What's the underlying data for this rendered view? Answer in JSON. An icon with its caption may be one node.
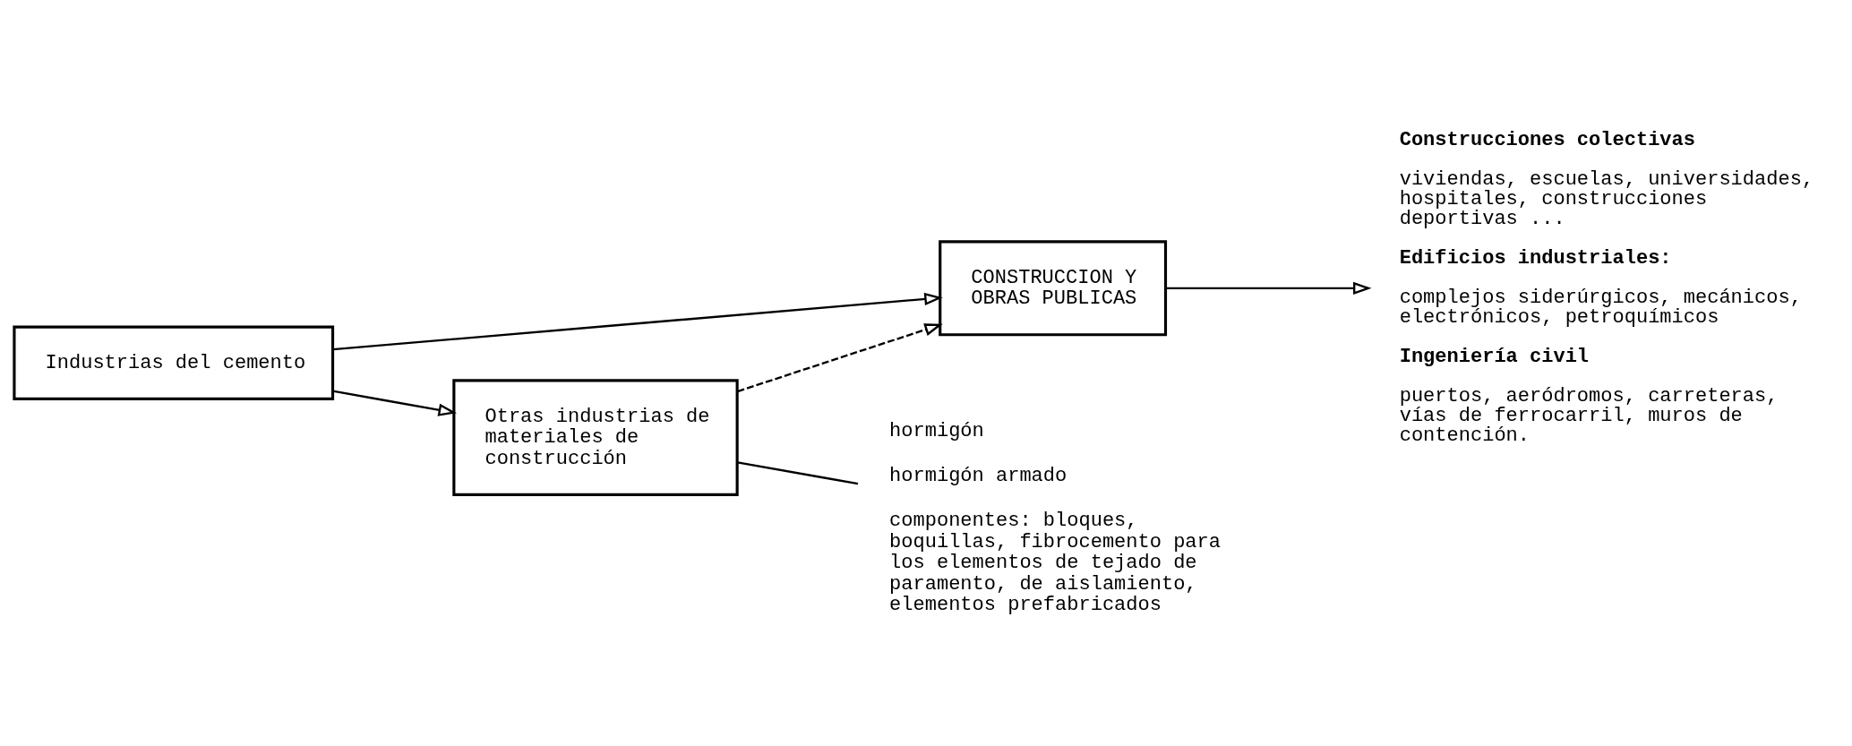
{
  "diagram": {
    "nodes": [
      {
        "text": [
          "Industrias del cemento"
        ]
      },
      {
        "text": [
          "CONSTRUCCION Y OBRAS PUBLICAS"
        ]
      },
      {
        "text": [
          "Otras industrias de materiales de construcción"
        ]
      },
      {
        "text": [
          "Construcciones colectivas",
          "viviendas, escuelas, universidades, hospitales, construcciones deportivas ...",
          "Edificios industriales:",
          "complejos siderúrgicos, mecánicos, electrónicos, petroquímicos",
          "Ingeniería civil",
          "puertos, aeródromos, carreteras, vías de ferrocarril, muros de contención."
        ]
      },
      {
        "text": [
          "hormigón",
          "hormigón armado",
          "componentes: bloques, boquillas, fibrocemento para los elementos de tejado de paramento, de aislamiento, elementos prefabricados"
        ]
      }
    ],
    "edges": [
      {
        "from": 0,
        "to": 1,
        "arrow": "to"
      },
      {
        "from": 0,
        "to": 2,
        "arrow": "to"
      },
      {
        "from": 2,
        "to": 1,
        "arrow": "to",
        "style": "dashed"
      },
      {
        "from": 1,
        "to": 3,
        "arrow": "to"
      },
      {
        "from": 2,
        "to": 4,
        "arrow": "none"
      }
    ]
  }
}
